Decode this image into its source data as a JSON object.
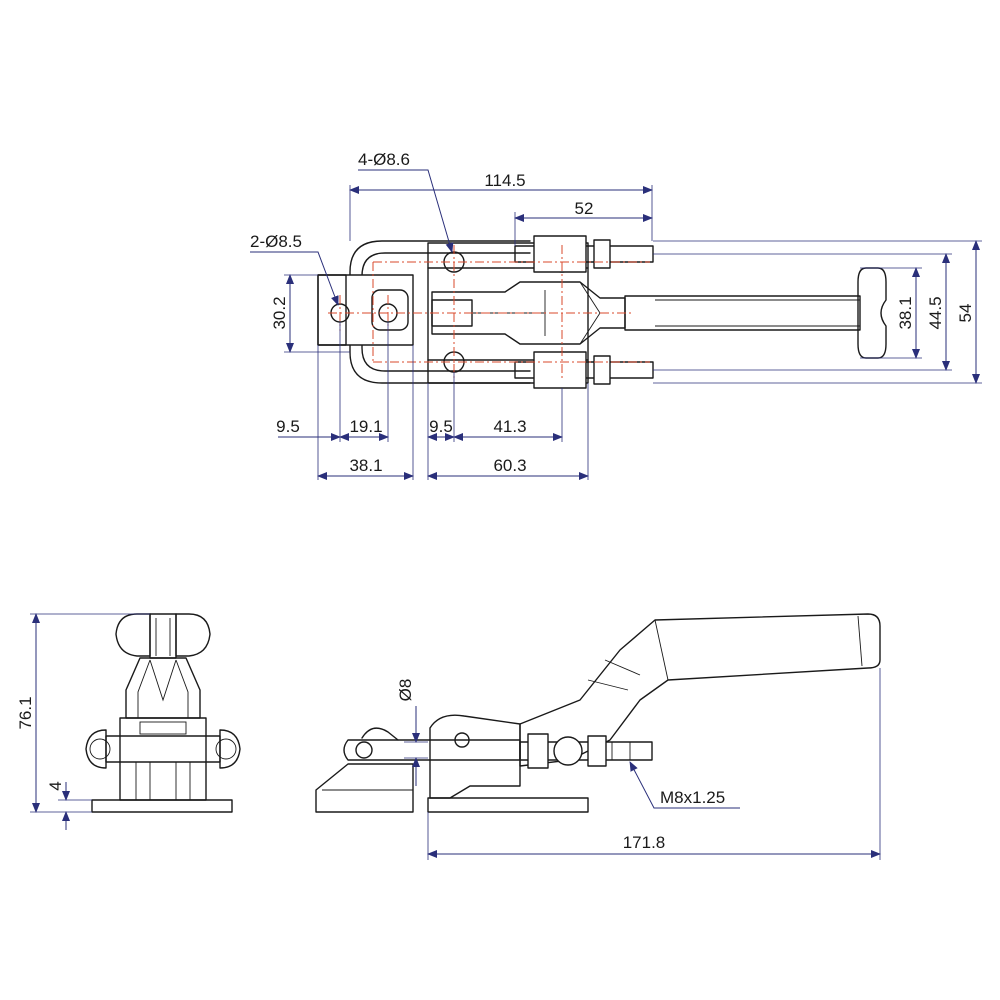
{
  "drawing": {
    "top_view": {
      "holes_4": "4-Ø8.6",
      "holes_2": "2-Ø8.5",
      "overall_length": "114.5",
      "span_52": "52",
      "height_30": "30.2",
      "height_38": "38.1",
      "height_44": "44.5",
      "height_54": "54",
      "b_9_5_left": "9.5",
      "b_19_1": "19.1",
      "b_9_5_right": "9.5",
      "b_41_3": "41.3",
      "b_38_1": "38.1",
      "b_60_3": "60.3"
    },
    "end_view": {
      "height_76": "76.1",
      "base_4": "4"
    },
    "side_view": {
      "pin_dia": "Ø8",
      "thread": "M8x1.25",
      "overall_length": "171.8"
    }
  },
  "colors": {
    "outline": "#1a1a1a",
    "dimension": "#2a2f7a",
    "centerline": "#d9482b"
  }
}
